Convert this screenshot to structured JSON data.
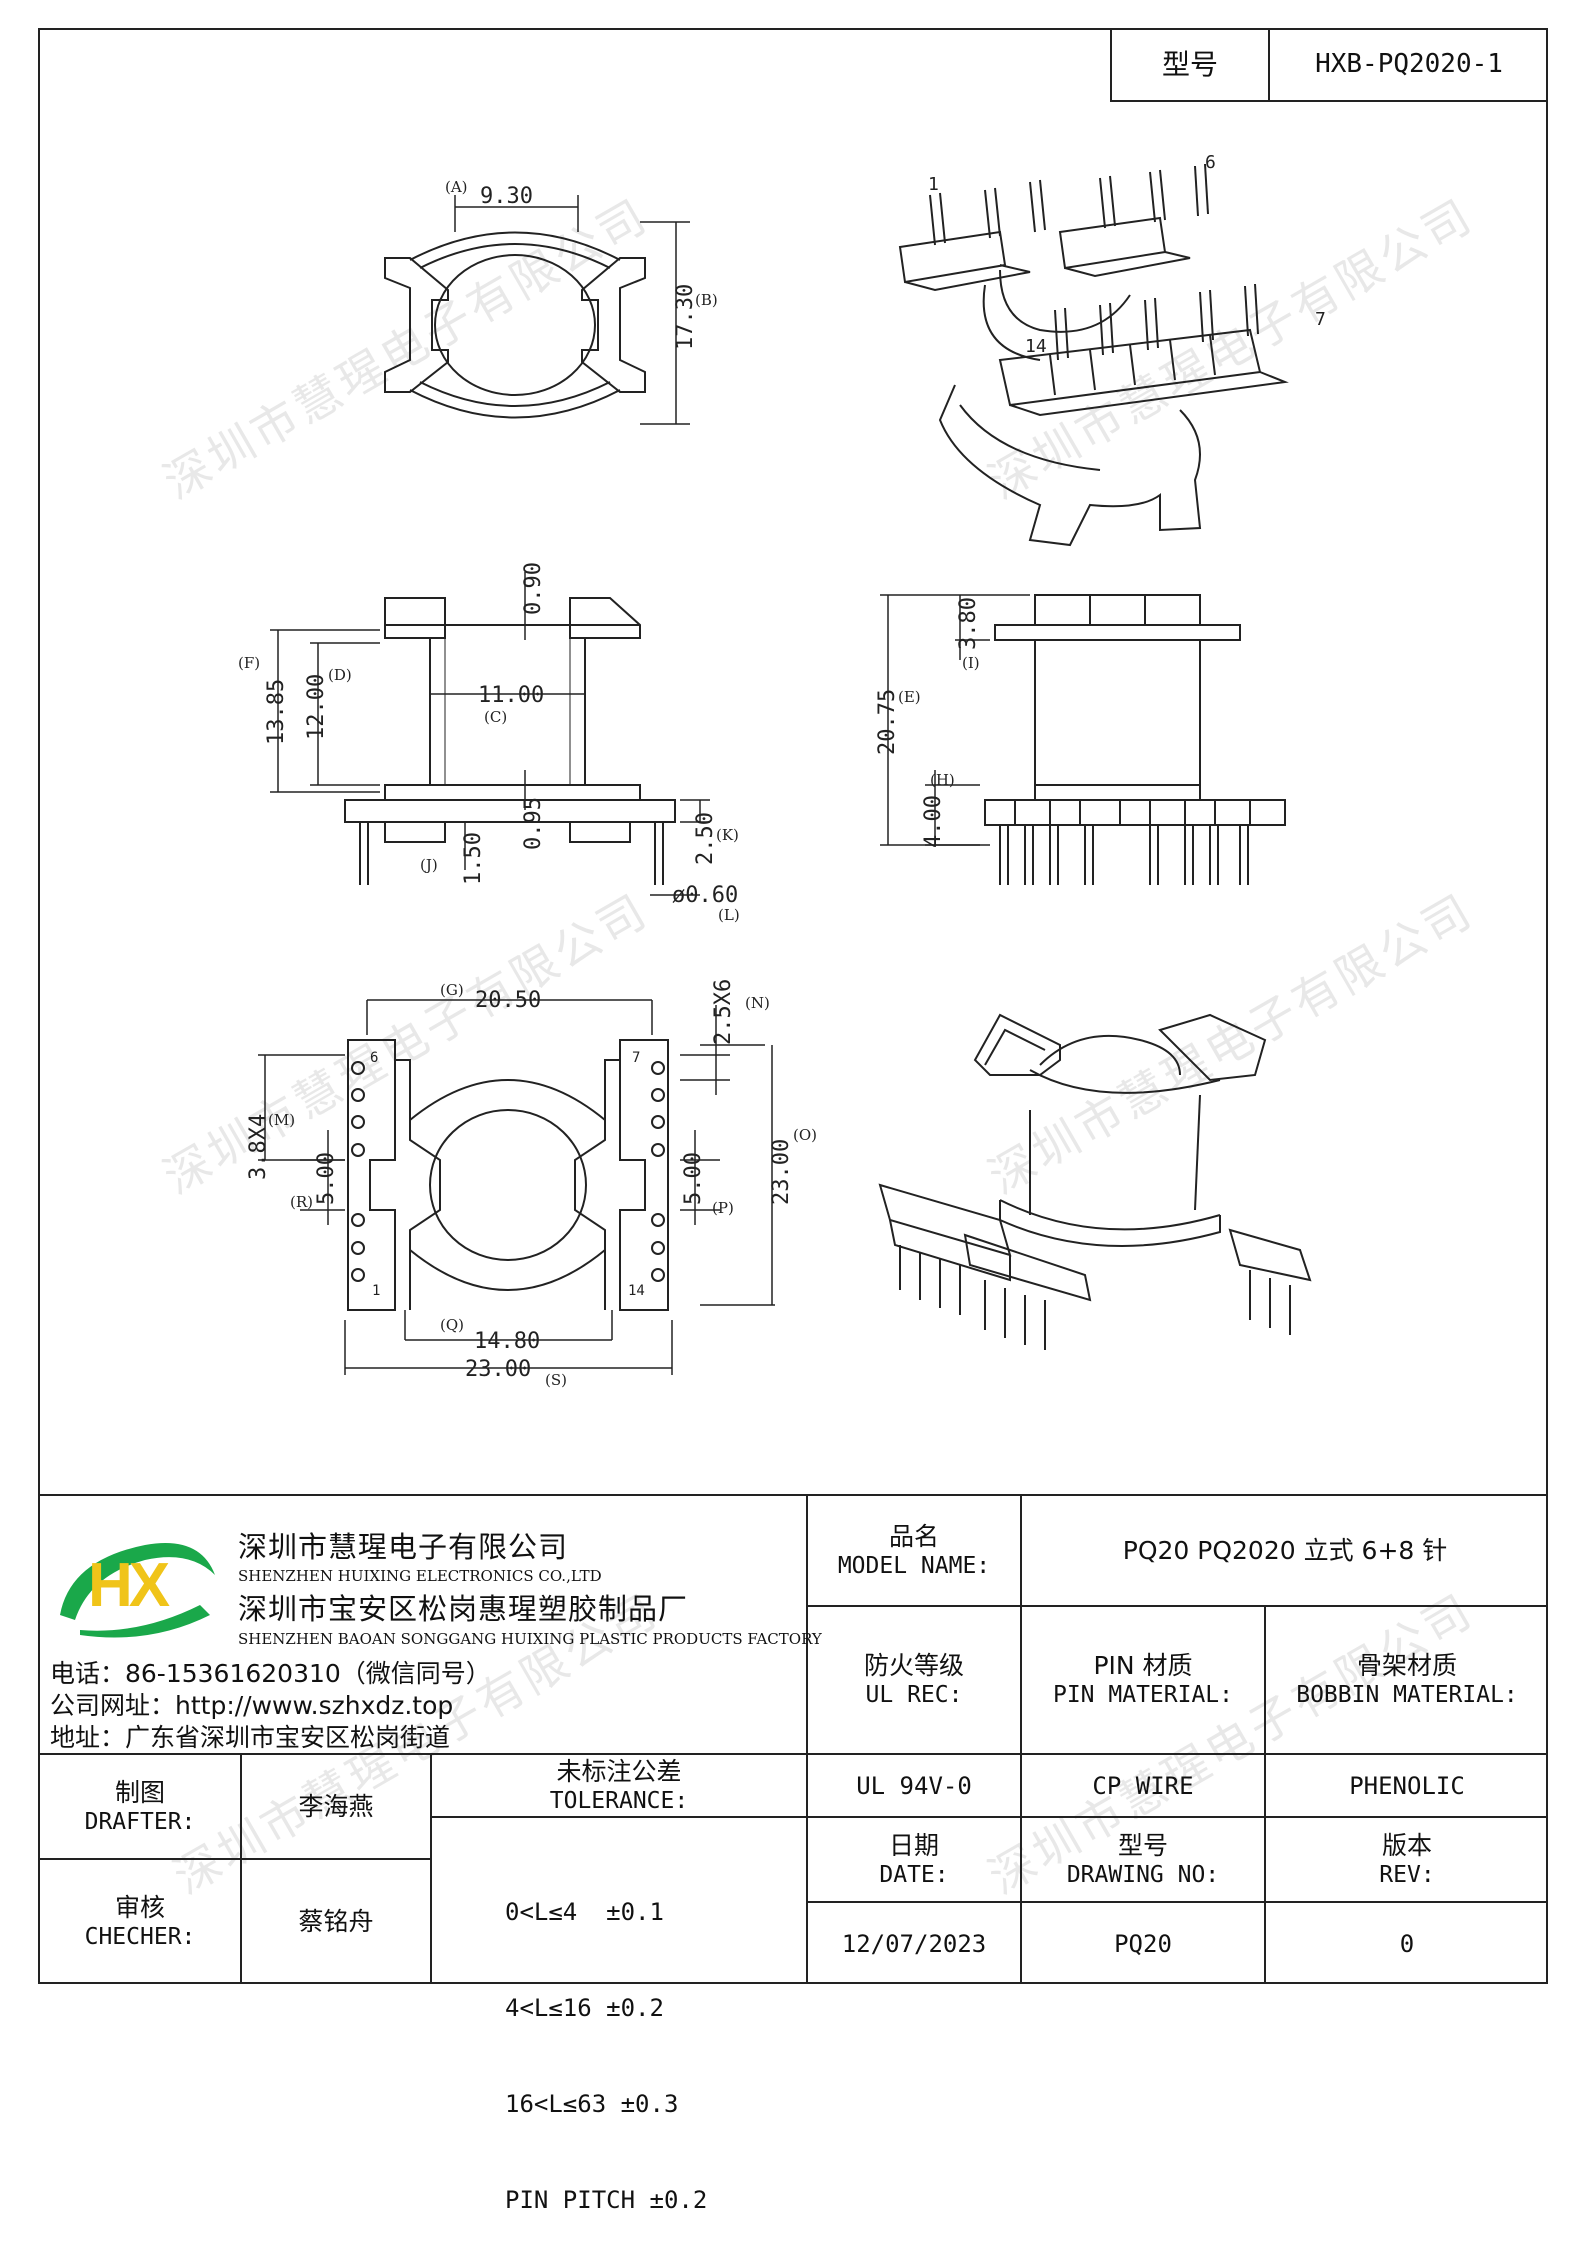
{
  "header": {
    "model_label": "型号",
    "model_value": "HXB-PQ2020-1"
  },
  "watermark": "深圳市慧瑆电子有限公司",
  "drawing": {
    "top_view": {
      "dim_a": "9.30",
      "tag_a": "(A)",
      "dim_b": "17.30",
      "tag_b": "(B)"
    },
    "iso_top": {
      "pin_1": "1",
      "pin_6": "6",
      "pin_7": "7",
      "pin_14": "14"
    },
    "side_view": {
      "dim_090": "0.90",
      "dim_c": "11.00",
      "tag_c": "(C)",
      "dim_f": "13.85",
      "tag_f": "(F)",
      "dim_d": "12.00",
      "tag_d": "(D)",
      "dim_095": "0.95",
      "dim_j": "1.50",
      "tag_j": "(J)",
      "dim_k": "2.50",
      "tag_k": "(K)",
      "dim_l": "ø0.60",
      "tag_l": "(L)"
    },
    "front_view": {
      "dim_i": "3.80",
      "tag_i": "(I)",
      "dim_e": "20.75",
      "tag_e": "(E)",
      "dim_h": "4.00",
      "tag_h": "(H)"
    },
    "bottom_view": {
      "dim_g": "20.50",
      "tag_g": "(G)",
      "dim_n": "2.5X6",
      "tag_n": "(N)",
      "dim_m": "3.8X4",
      "tag_m": "(M)",
      "dim_r": "5.00",
      "tag_r": "(R)",
      "dim_p": "5.00",
      "tag_p": "(P)",
      "dim_o": "23.00",
      "tag_o": "(O)",
      "dim_q": "14.80",
      "tag_q": "(Q)",
      "dim_s": "23.00",
      "tag_s": "(S)",
      "pin_6": "6",
      "pin_7": "7",
      "pin_1": "1",
      "pin_14": "14"
    }
  },
  "company": {
    "logo_text": "HX",
    "name_cn": "深圳市慧瑆电子有限公司",
    "name_en": "SHENZHEN HUIXING ELECTRONICS CO.,LTD",
    "factory_cn": "深圳市宝安区松岗惠瑆塑胶制品厂",
    "factory_en": "SHENZHEN BAOAN SONGGANG HUIXING PLASTIC PRODUCTS FACTORY",
    "phone": "电话：86-15361620310（微信同号）",
    "website": "公司网址：http://www.szhxdz.top",
    "address": "地址：广东省深圳市宝安区松岗街道"
  },
  "title_block": {
    "model_name_cn": "品名",
    "model_name_en": "MODEL NAME:",
    "model_name_value": "PQ20 PQ2020 立式 6+8 针",
    "ul_cn": "防火等级",
    "ul_en": "UL REC:",
    "pin_cn": "PIN 材质",
    "pin_en": "PIN MATERIAL:",
    "bobbin_cn": "骨架材质",
    "bobbin_en": "BOBBIN MATERIAL:",
    "drafter_cn": "制图",
    "drafter_en": "DRAFTER:",
    "drafter_value": "李海燕",
    "tolerance_cn": "未标注公差",
    "tolerance_en": "TOLERANCE:",
    "ul_value": "UL 94V-0",
    "pin_value": "CP WIRE",
    "bobbin_value": "PHENOLIC",
    "checker_cn": "审核",
    "checker_en": "CHECHER:",
    "checker_value": "蔡铭舟",
    "tolerances": [
      "0<L≤4  ±0.1",
      "4<L≤16 ±0.2",
      "16<L≤63 ±0.3",
      "PIN PITCH ±0.2"
    ],
    "date_cn": "日期",
    "date_en": "DATE:",
    "drawing_no_cn": "型号",
    "drawing_no_en": "DRAWING NO:",
    "rev_cn": "版本",
    "rev_en": "REV:",
    "date_value": "12/07/2023",
    "drawing_no_value": "PQ20",
    "rev_value": "0"
  },
  "colors": {
    "logo_green": "#1aa84a",
    "logo_yellow": "#f0c419",
    "line": "#222222"
  }
}
